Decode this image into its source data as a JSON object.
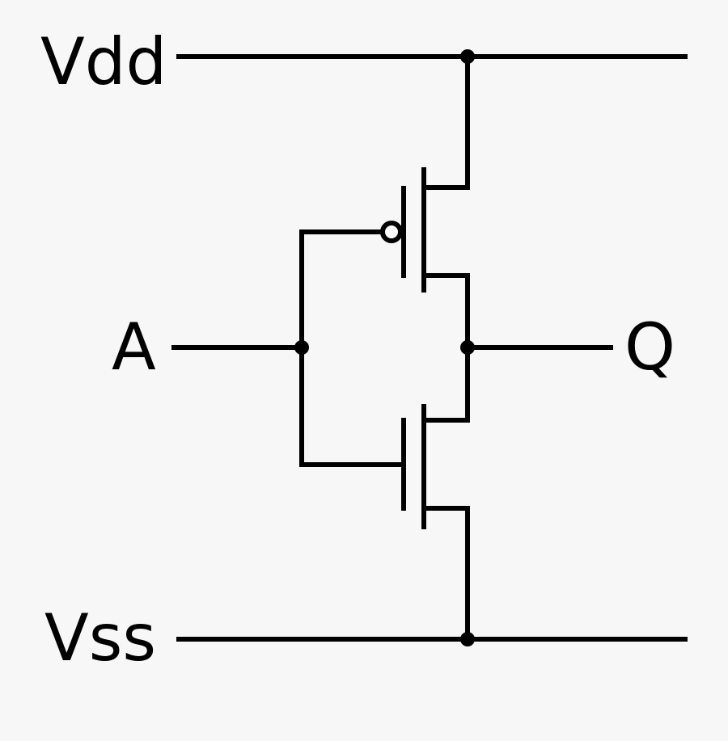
{
  "labels": {
    "vdd": "Vdd",
    "vss": "Vss",
    "input": "A",
    "output": "Q"
  }
}
